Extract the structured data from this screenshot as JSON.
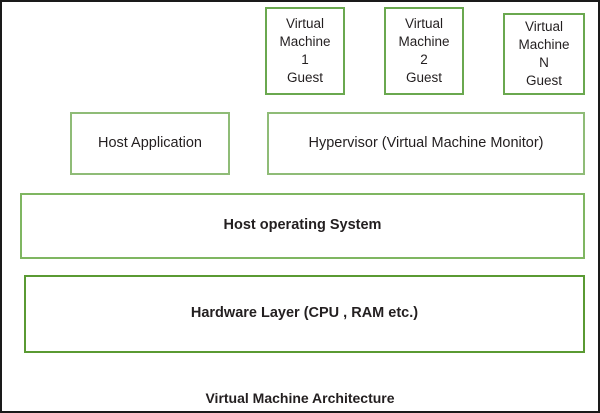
{
  "diagram": {
    "caption": "Virtual Machine Architecture",
    "colors": {
      "frame_border": "#1a1a1a",
      "vm_border": "#6aa84f",
      "middle_border": "#8fbc77",
      "host_os_border": "#7fb661",
      "hardware_border": "#5a9a33",
      "text": "#231f20",
      "background": "#ffffff"
    },
    "guest_machines": [
      {
        "line1": "Virtual",
        "line2": "Machine",
        "line3": "1",
        "line4": "Guest"
      },
      {
        "line1": "Virtual",
        "line2": "Machine",
        "line3": "2",
        "line4": "Guest"
      },
      {
        "line1": "Virtual",
        "line2": "Machine",
        "line3": "N",
        "line4": "Guest"
      }
    ],
    "middle_tier": {
      "host_application": "Host Application",
      "hypervisor": "Hypervisor (Virtual Machine Monitor)"
    },
    "layers": {
      "host_operating_system": "Host operating System",
      "hardware_layer": "Hardware Layer (CPU , RAM etc.)"
    }
  }
}
